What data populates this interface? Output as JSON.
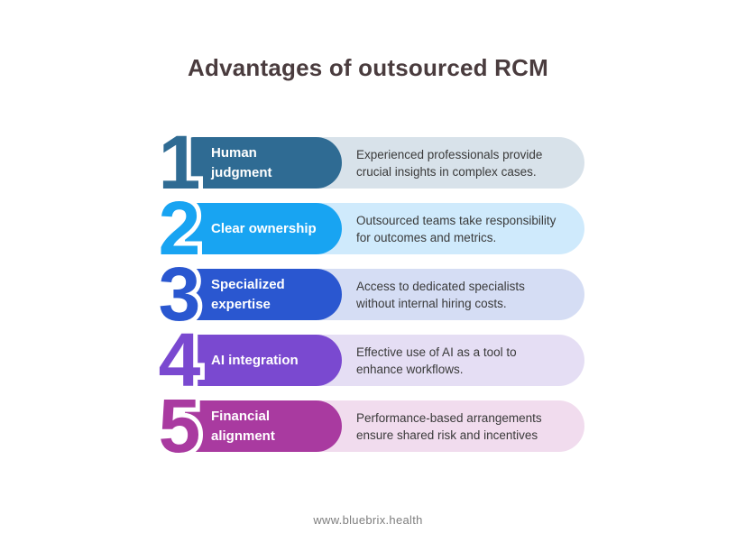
{
  "page": {
    "title": "Advantages of outsourced RCM",
    "footer": "www.bluebrix.health"
  },
  "rows": [
    {
      "number": "1",
      "label": "Human\njudgment",
      "description": " Experienced professionals provide\ncrucial insights in complex cases.",
      "color": "#2F6B93",
      "light_color": "#D8E2EA"
    },
    {
      "number": "2",
      "label": "Clear ownership",
      "description": "Outsourced teams take responsibility\nfor outcomes and metrics.",
      "color": "#18A4F2",
      "light_color": "#CFEAFC"
    },
    {
      "number": "3",
      "label": "Specialized\nexpertise",
      "description": "Access to dedicated specialists\nwithout internal hiring costs.",
      "color": "#2A57D0",
      "light_color": "#D5DDF4"
    },
    {
      "number": "4",
      "label": "AI integration",
      "description": "Effective use of AI as a tool to\nenhance workflows.",
      "color": "#7A49D0",
      "light_color": "#E5DEF4"
    },
    {
      "number": "5",
      "label": "Financial\nalignment",
      "description": "Performance-based arrangements\nensure shared risk and incentives",
      "color": "#A93AA0",
      "light_color": "#F1DCEE"
    }
  ]
}
